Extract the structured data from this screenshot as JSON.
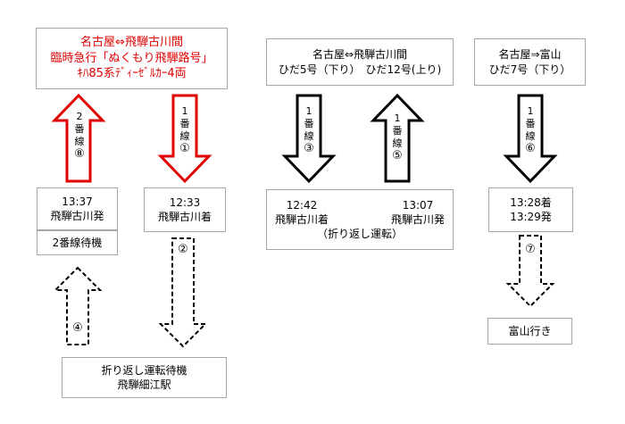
{
  "boxes": {
    "nukumori": {
      "lines": [
        "名古屋⇔飛騨古川間",
        "臨時急行「ぬくもり飛騨路号」",
        "ｷﾊ85系ﾃﾞｨｰｾﾞﾙｶｰ4両"
      ]
    },
    "hida5_12": {
      "lines": [
        "名古屋⇔飛騨古川間",
        "ひだ5号（下り）　ひだ12号(上り)"
      ]
    },
    "hida7": {
      "lines": [
        "名古屋⇒富山",
        "ひだ7号（下り）"
      ]
    },
    "depart_1337": {
      "lines": [
        "13:37",
        "飛騨古川発"
      ]
    },
    "standby_track2": {
      "lines": [
        "2番線待機"
      ]
    },
    "arrive_1233": {
      "lines": [
        "12:33",
        "飛騨古川着"
      ]
    },
    "turnaround": {
      "left": [
        "12:42",
        "飛騨古川着"
      ],
      "right": [
        "13:07",
        "飛騨古川発"
      ],
      "note": "（折り返し運転）"
    },
    "hida7_times": {
      "lines": [
        "13:28着",
        "13:29発"
      ]
    },
    "toyama": {
      "lines": [
        "富山行き"
      ]
    },
    "hosoe": {
      "lines": [
        "折り返し運転待機",
        "飛騨細江駅"
      ]
    }
  },
  "arrows": [
    {
      "id": "a1",
      "direction": "down",
      "style": "solid",
      "color": "#e00000",
      "track": "1",
      "label": "番線",
      "step": "①"
    },
    {
      "id": "a2",
      "direction": "down",
      "style": "dashed",
      "color": "#000000",
      "track": "",
      "label": "",
      "step": "②"
    },
    {
      "id": "a3",
      "direction": "down",
      "style": "solid",
      "color": "#000000",
      "track": "1",
      "label": "番線",
      "step": "③"
    },
    {
      "id": "a4",
      "direction": "up",
      "style": "dashed",
      "color": "#000000",
      "track": "",
      "label": "",
      "step": "④"
    },
    {
      "id": "a5",
      "direction": "up",
      "style": "solid",
      "color": "#000000",
      "track": "1",
      "label": "番線",
      "step": "⑤"
    },
    {
      "id": "a6",
      "direction": "down",
      "style": "solid",
      "color": "#000000",
      "track": "1",
      "label": "番線",
      "step": "⑥"
    },
    {
      "id": "a7",
      "direction": "down",
      "style": "dashed",
      "color": "#000000",
      "track": "",
      "label": "",
      "step": "⑦"
    },
    {
      "id": "a8",
      "direction": "up",
      "style": "solid",
      "color": "#e00000",
      "track": "2",
      "label": "番線",
      "step": "⑧"
    }
  ],
  "colors": {
    "accent_red": "#e00000",
    "border": "#a6a6a6"
  }
}
